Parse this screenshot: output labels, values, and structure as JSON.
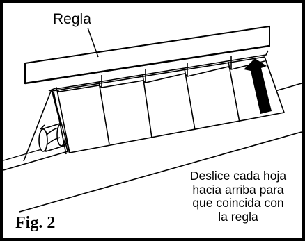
{
  "figure": {
    "label": "Fig. 2",
    "ruler_label": "Regla",
    "instruction_lines": [
      "Deslice cada hoja",
      "hacia arriba para",
      "que coincida con",
      "la regla"
    ]
  },
  "icons": [
    "up-arrow-icon"
  ],
  "colors": {
    "ink": "#000000",
    "paper": "#ffffff"
  }
}
